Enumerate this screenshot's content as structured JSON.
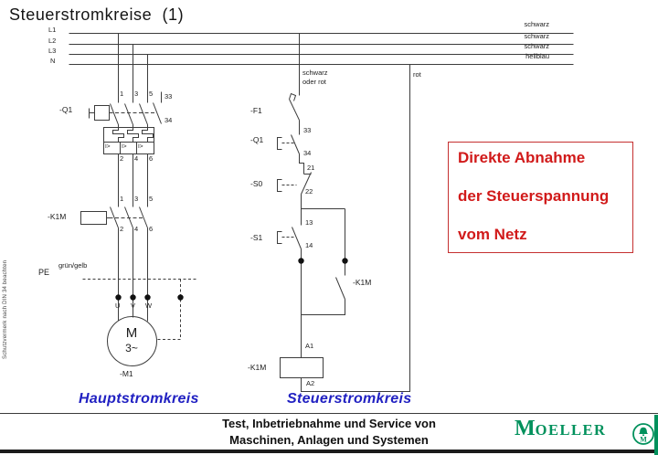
{
  "title": "Steuerstromkreise  (1)",
  "side_note": "Schutzvermerk nach DIN 34 beachten",
  "rails": {
    "l1": "L1",
    "l2": "L2",
    "l3": "L3",
    "n": "N",
    "c1": "schwarz",
    "c2": "schwarz",
    "c3": "schwarz",
    "c4": "hellblau"
  },
  "main": {
    "q1": {
      "ref": "-Q1",
      "t1": "1",
      "t3": "3",
      "t5": "5",
      "t2": "2",
      "t4": "4",
      "t6": "6",
      "aux33": "33",
      "aux34": "34",
      "i1": "I>",
      "i2": "I>",
      "i3": "I>"
    },
    "k1m": {
      "ref": "-K1M",
      "t1": "1",
      "t3": "3",
      "t5": "5",
      "t2": "2",
      "t4": "4",
      "t6": "6"
    },
    "pe": {
      "label": "PE",
      "color": "grün/gelb"
    },
    "motor": {
      "ref": "-M1",
      "m": "M",
      "phase": "3~",
      "u": "U",
      "v": "V",
      "w": "W"
    },
    "caption": "Hauptstromkreis"
  },
  "control": {
    "wire_top_1": "schwarz",
    "wire_top_2": "oder rot",
    "wire_right": "rot",
    "f1": {
      "ref": "-F1"
    },
    "q1aux": {
      "ref": "-Q1",
      "t33": "33",
      "t34": "34"
    },
    "s0": {
      "ref": "-S0",
      "t21": "21",
      "t22": "22"
    },
    "s1": {
      "ref": "-S1",
      "t13": "13",
      "t14": "14"
    },
    "k1maux": {
      "ref": "-K1M"
    },
    "coil": {
      "ref": "-K1M",
      "a1": "A1",
      "a2": "A2"
    },
    "caption": "Steuerstromkreis"
  },
  "note_box": {
    "line1": "Direkte Abnahme",
    "line2": "der Steuerspannung",
    "line3": "vom Netz"
  },
  "footer": {
    "line1": "Test, Inbetriebnahme und Service von",
    "line2": "Maschinen, Anlagen und Systemen"
  },
  "brand": {
    "initial": "M",
    "rest": "OELLER",
    "emblem": "moeller-bell-emblem"
  },
  "colors": {
    "accent_green": "#00915C",
    "caption_blue": "#2121C2",
    "alert_red": "#D11A1A",
    "wire": "#3C3C3C"
  }
}
